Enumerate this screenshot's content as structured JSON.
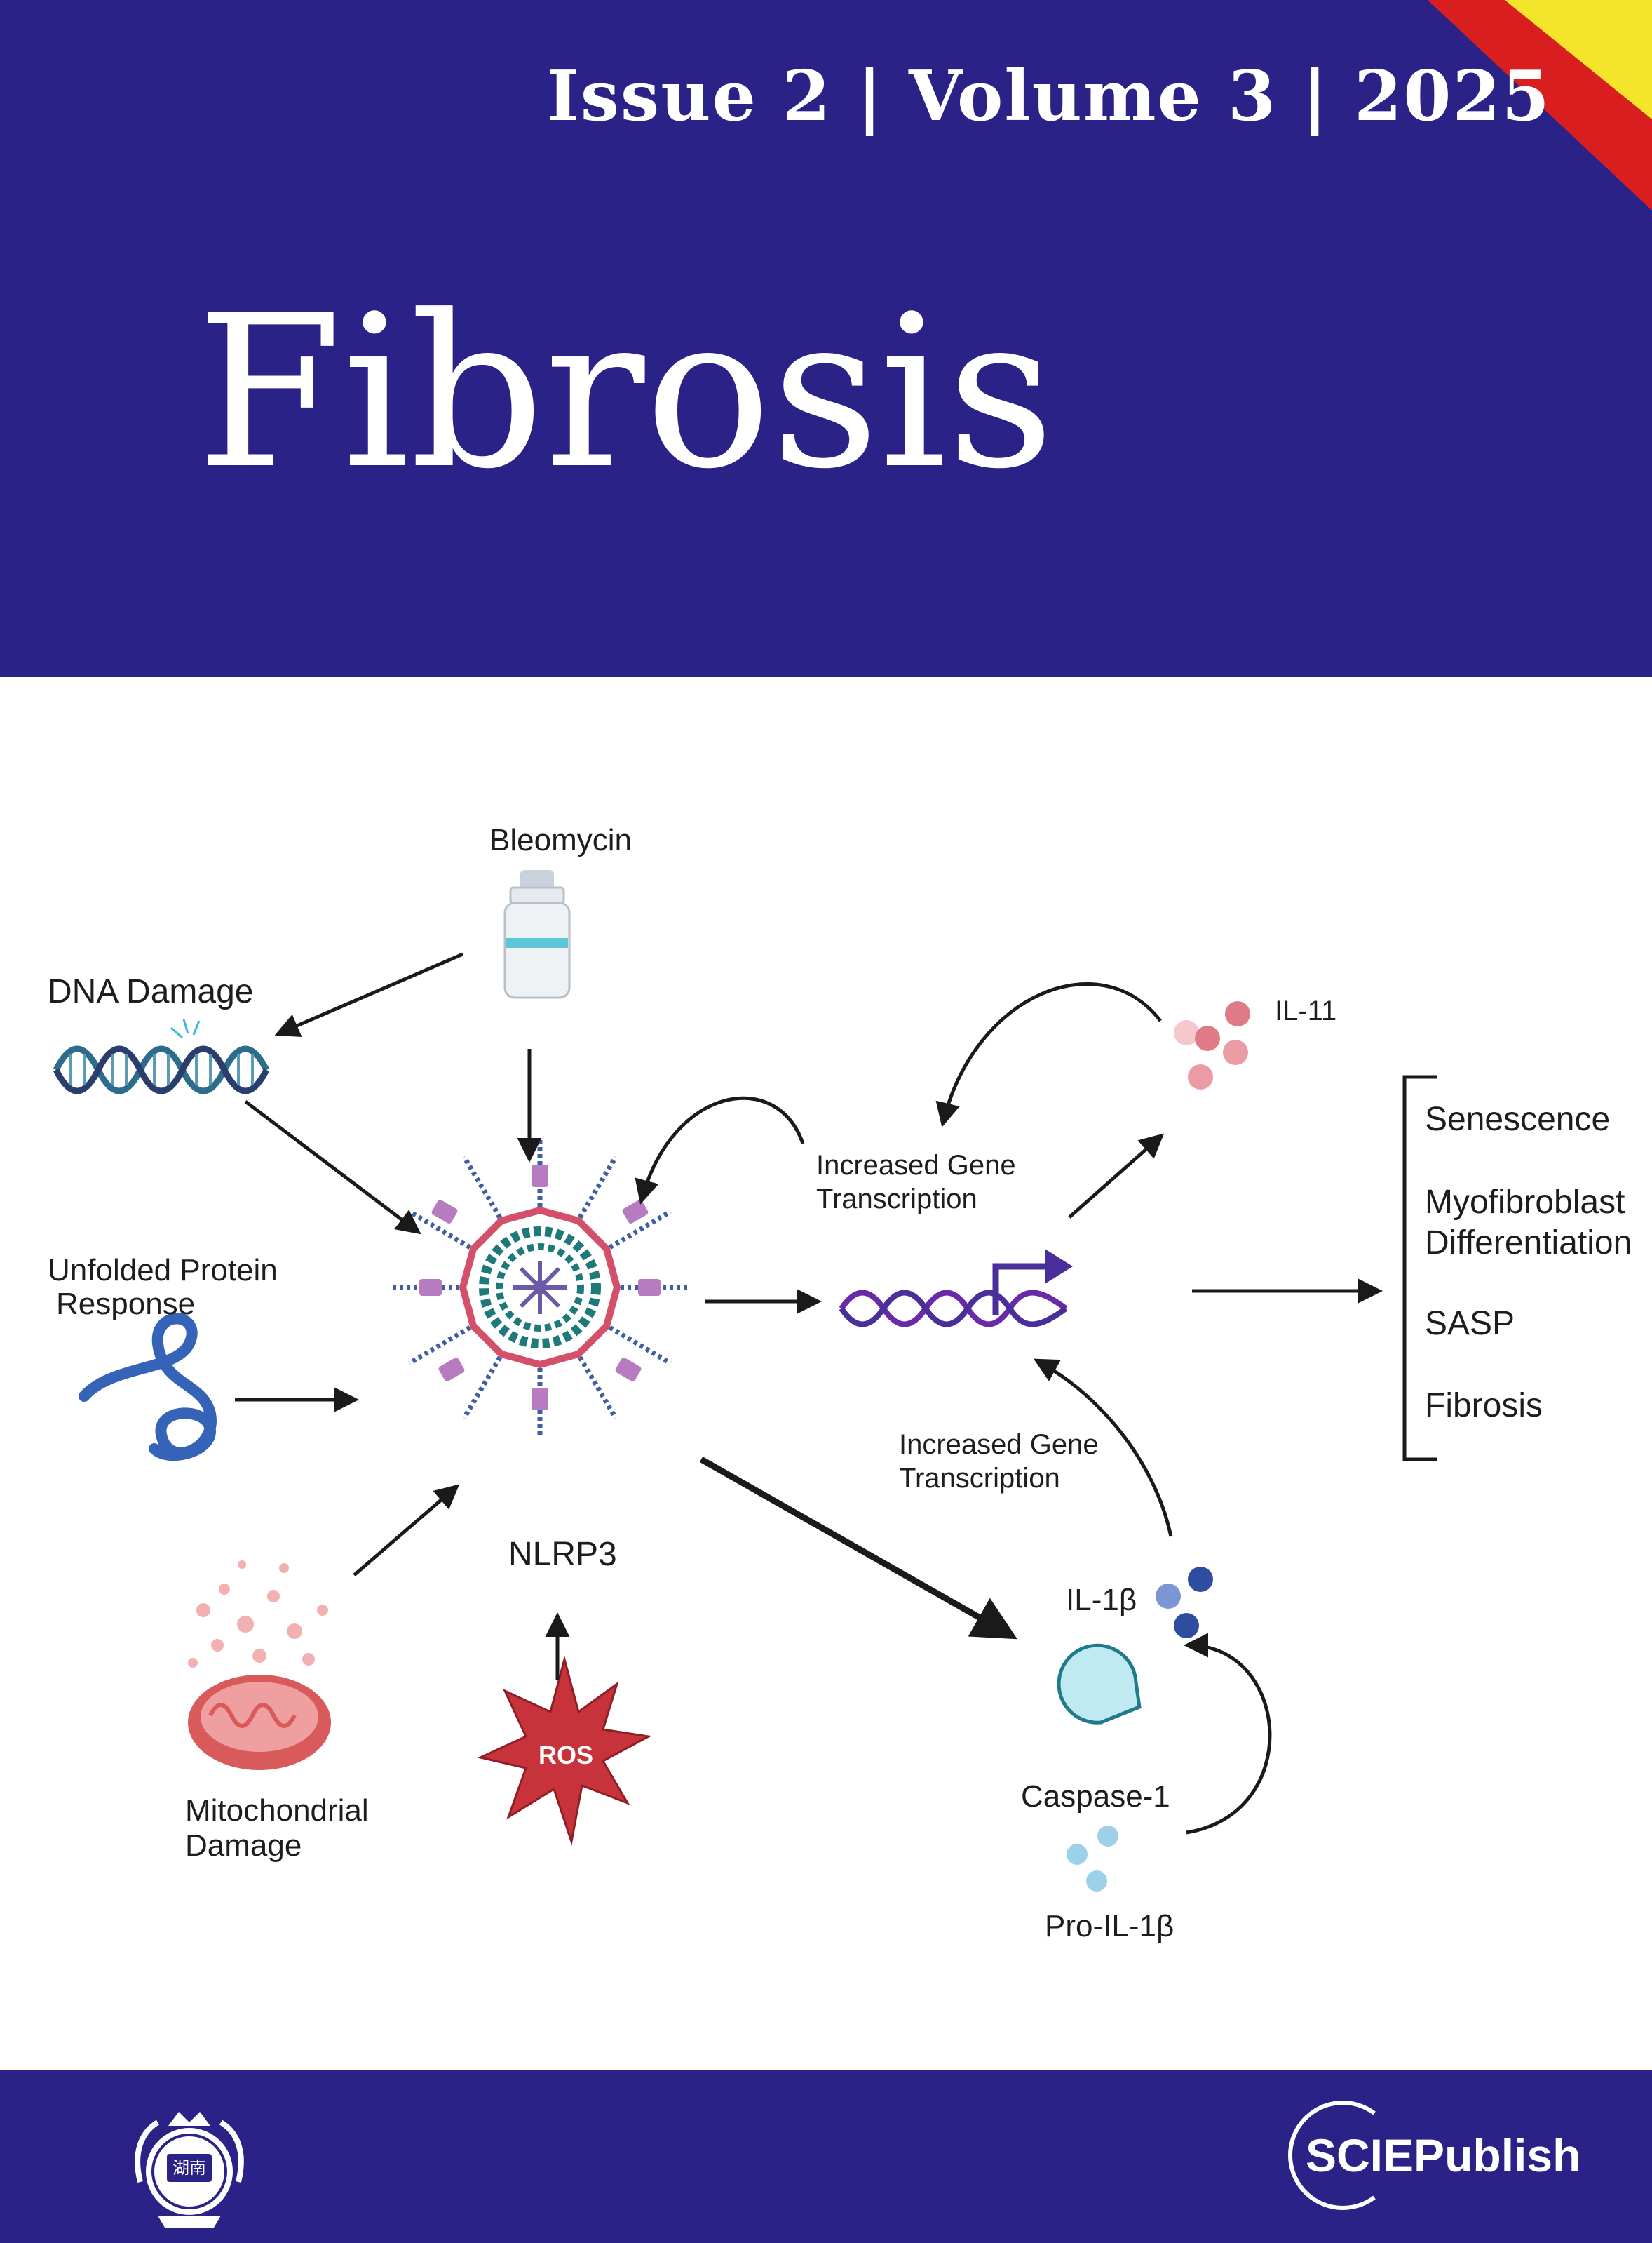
{
  "header": {
    "issue_line": "Issue 2 | Volume 3 | 2025",
    "journal_title": "Fibrosis"
  },
  "figure": {
    "labels": {
      "bleomycin": "Bleomycin",
      "dna_damage": "DNA Damage",
      "unfolded_protein_line1": "Unfolded Protein",
      "unfolded_protein_line2": "Response",
      "mitochondrial_line1": "Mitochondrial",
      "mitochondrial_line2": "Damage",
      "nlrp3": "NLRP3",
      "ros": "ROS",
      "gene_transcription_top_line1": "Increased Gene",
      "gene_transcription_top_line2": "Transcription",
      "gene_transcription_bottom_line1": "Increased Gene",
      "gene_transcription_bottom_line2": "Transcription",
      "il11": "IL-11",
      "il1b": "IL-1β",
      "caspase1": "Caspase-1",
      "pro_il1b": "Pro-IL-1β"
    },
    "outcomes": [
      "Senescence",
      "Myofibroblast",
      "Differentiation",
      "SASP",
      "Fibrosis"
    ],
    "icons": [
      "vial-icon",
      "dna-helix-icon",
      "protein-coil-icon",
      "mitochondrion-icon",
      "inflammasome-icon",
      "ros-burst-icon",
      "gene-promoter-icon",
      "cytokine-dots-icon",
      "caspase-icon"
    ],
    "colors": {
      "header_bg": "#2b2287",
      "stripe_red": "#d81e1e",
      "stripe_yellow": "#f5e52a",
      "ros_red": "#c8323a",
      "il11_pink": "#e07a86",
      "il1b_blue": "#2f4d9e",
      "caspase_cyan": "#bfeaf2"
    }
  },
  "footer": {
    "publisher": "SCIEPublish",
    "seal_text": "湖南"
  }
}
